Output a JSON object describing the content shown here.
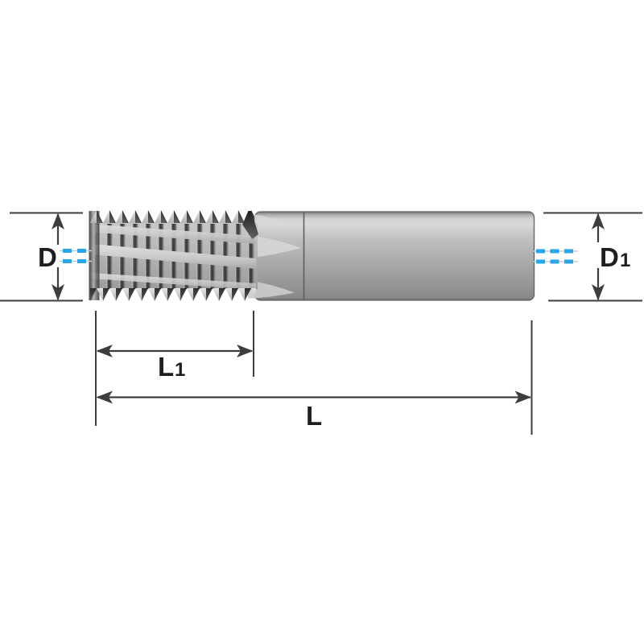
{
  "figure": {
    "dimension_labels": {
      "d": "D",
      "d1": {
        "base": "D",
        "sub": "1"
      },
      "l1": {
        "base": "L",
        "sub": "1"
      },
      "l": "L"
    },
    "colors": {
      "centerline_blue": "#2BA5E5",
      "line_color": "#3D3D3D",
      "label_color": "#1E1E1E"
    }
  }
}
